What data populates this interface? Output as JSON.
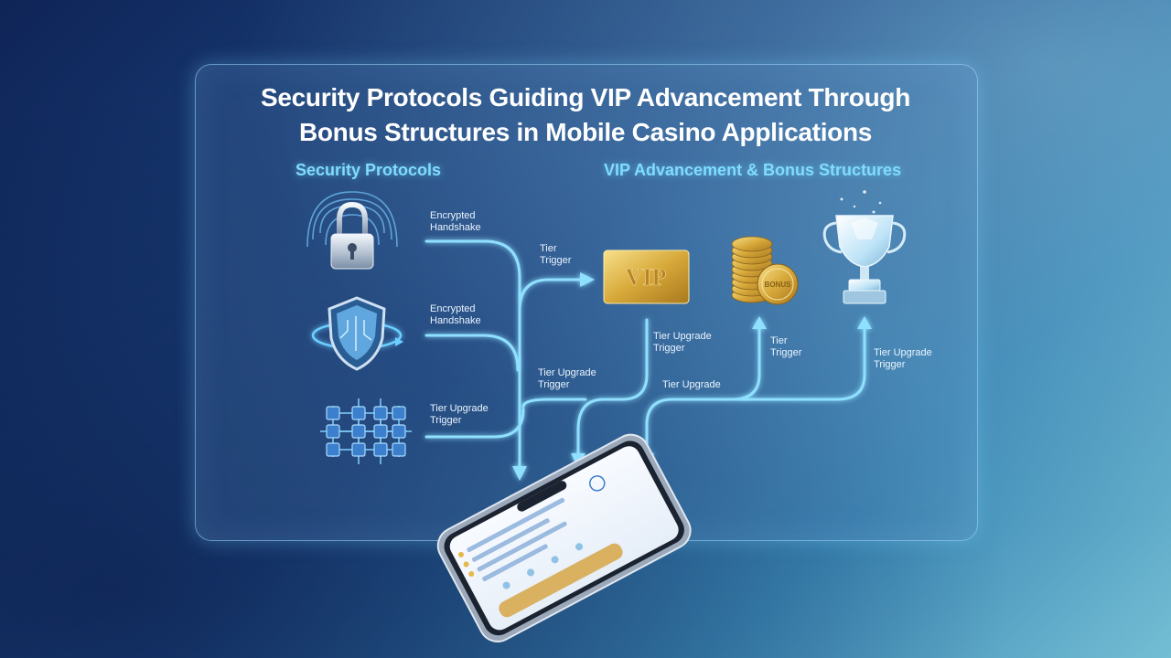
{
  "title": {
    "line1": "Security Protocols Guiding VIP Advancement Through",
    "line2": "Bonus Structures in Mobile Casino Applications"
  },
  "sections": {
    "security": "Security Protocols",
    "vip": "VIP Advancement & Bonus Structures"
  },
  "labels": {
    "l1": [
      "Encrypted",
      "Handshake"
    ],
    "l2": [
      "Encrypted",
      "Handshake"
    ],
    "l3": [
      "Tier Upgrade",
      "Trigger"
    ],
    "l4": [
      "Tier",
      "Trigger"
    ],
    "l5": [
      "Tier Upgrade",
      "Trigger"
    ],
    "l6": [
      "Tier Upgrade",
      "Trigger"
    ],
    "l7": [
      "Tier",
      "Trigger"
    ],
    "l8": [
      "Tier Upgrade"
    ],
    "l9": [
      "Tier Upgrade",
      "Trigger"
    ]
  },
  "badges": {
    "vip": "VIP",
    "bonus": "BONUS"
  },
  "icons": [
    "fingerprint-lock-icon",
    "shield-circuit-icon",
    "network-grid-icon",
    "vip-card-icon",
    "coin-stack-icon",
    "trophy-icon"
  ],
  "colors": {
    "flow": "#8fe0ff",
    "accent": "#7fdcff",
    "gold": "#e2b74a"
  }
}
